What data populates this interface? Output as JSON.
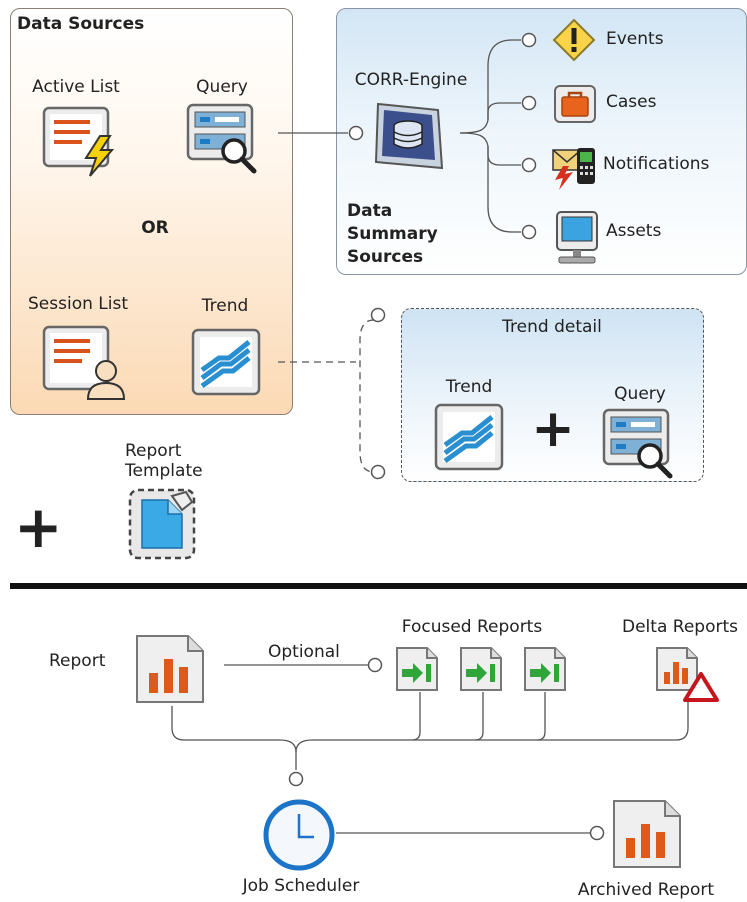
{
  "data_sources": {
    "title": "Data Sources",
    "active_list": "Active List",
    "query": "Query",
    "or": "OR",
    "session_list": "Session List",
    "trend": "Trend"
  },
  "engine": {
    "label": "CORR-Engine",
    "summary_title": [
      "Data",
      "Summary",
      "Sources"
    ],
    "outputs": [
      "Events",
      "Cases",
      "Notifications",
      "Assets"
    ]
  },
  "trend_detail": {
    "title": "Trend detail",
    "trend": "Trend",
    "query": "Query",
    "plus": "+"
  },
  "report_template": {
    "label": [
      "Report",
      "Template"
    ],
    "plus": "+"
  },
  "bottom": {
    "report": "Report",
    "optional": "Optional",
    "focused_reports": "Focused Reports",
    "delta_reports": "Delta Reports",
    "job_scheduler": "Job Scheduler",
    "archived_report": "Archived Report"
  }
}
